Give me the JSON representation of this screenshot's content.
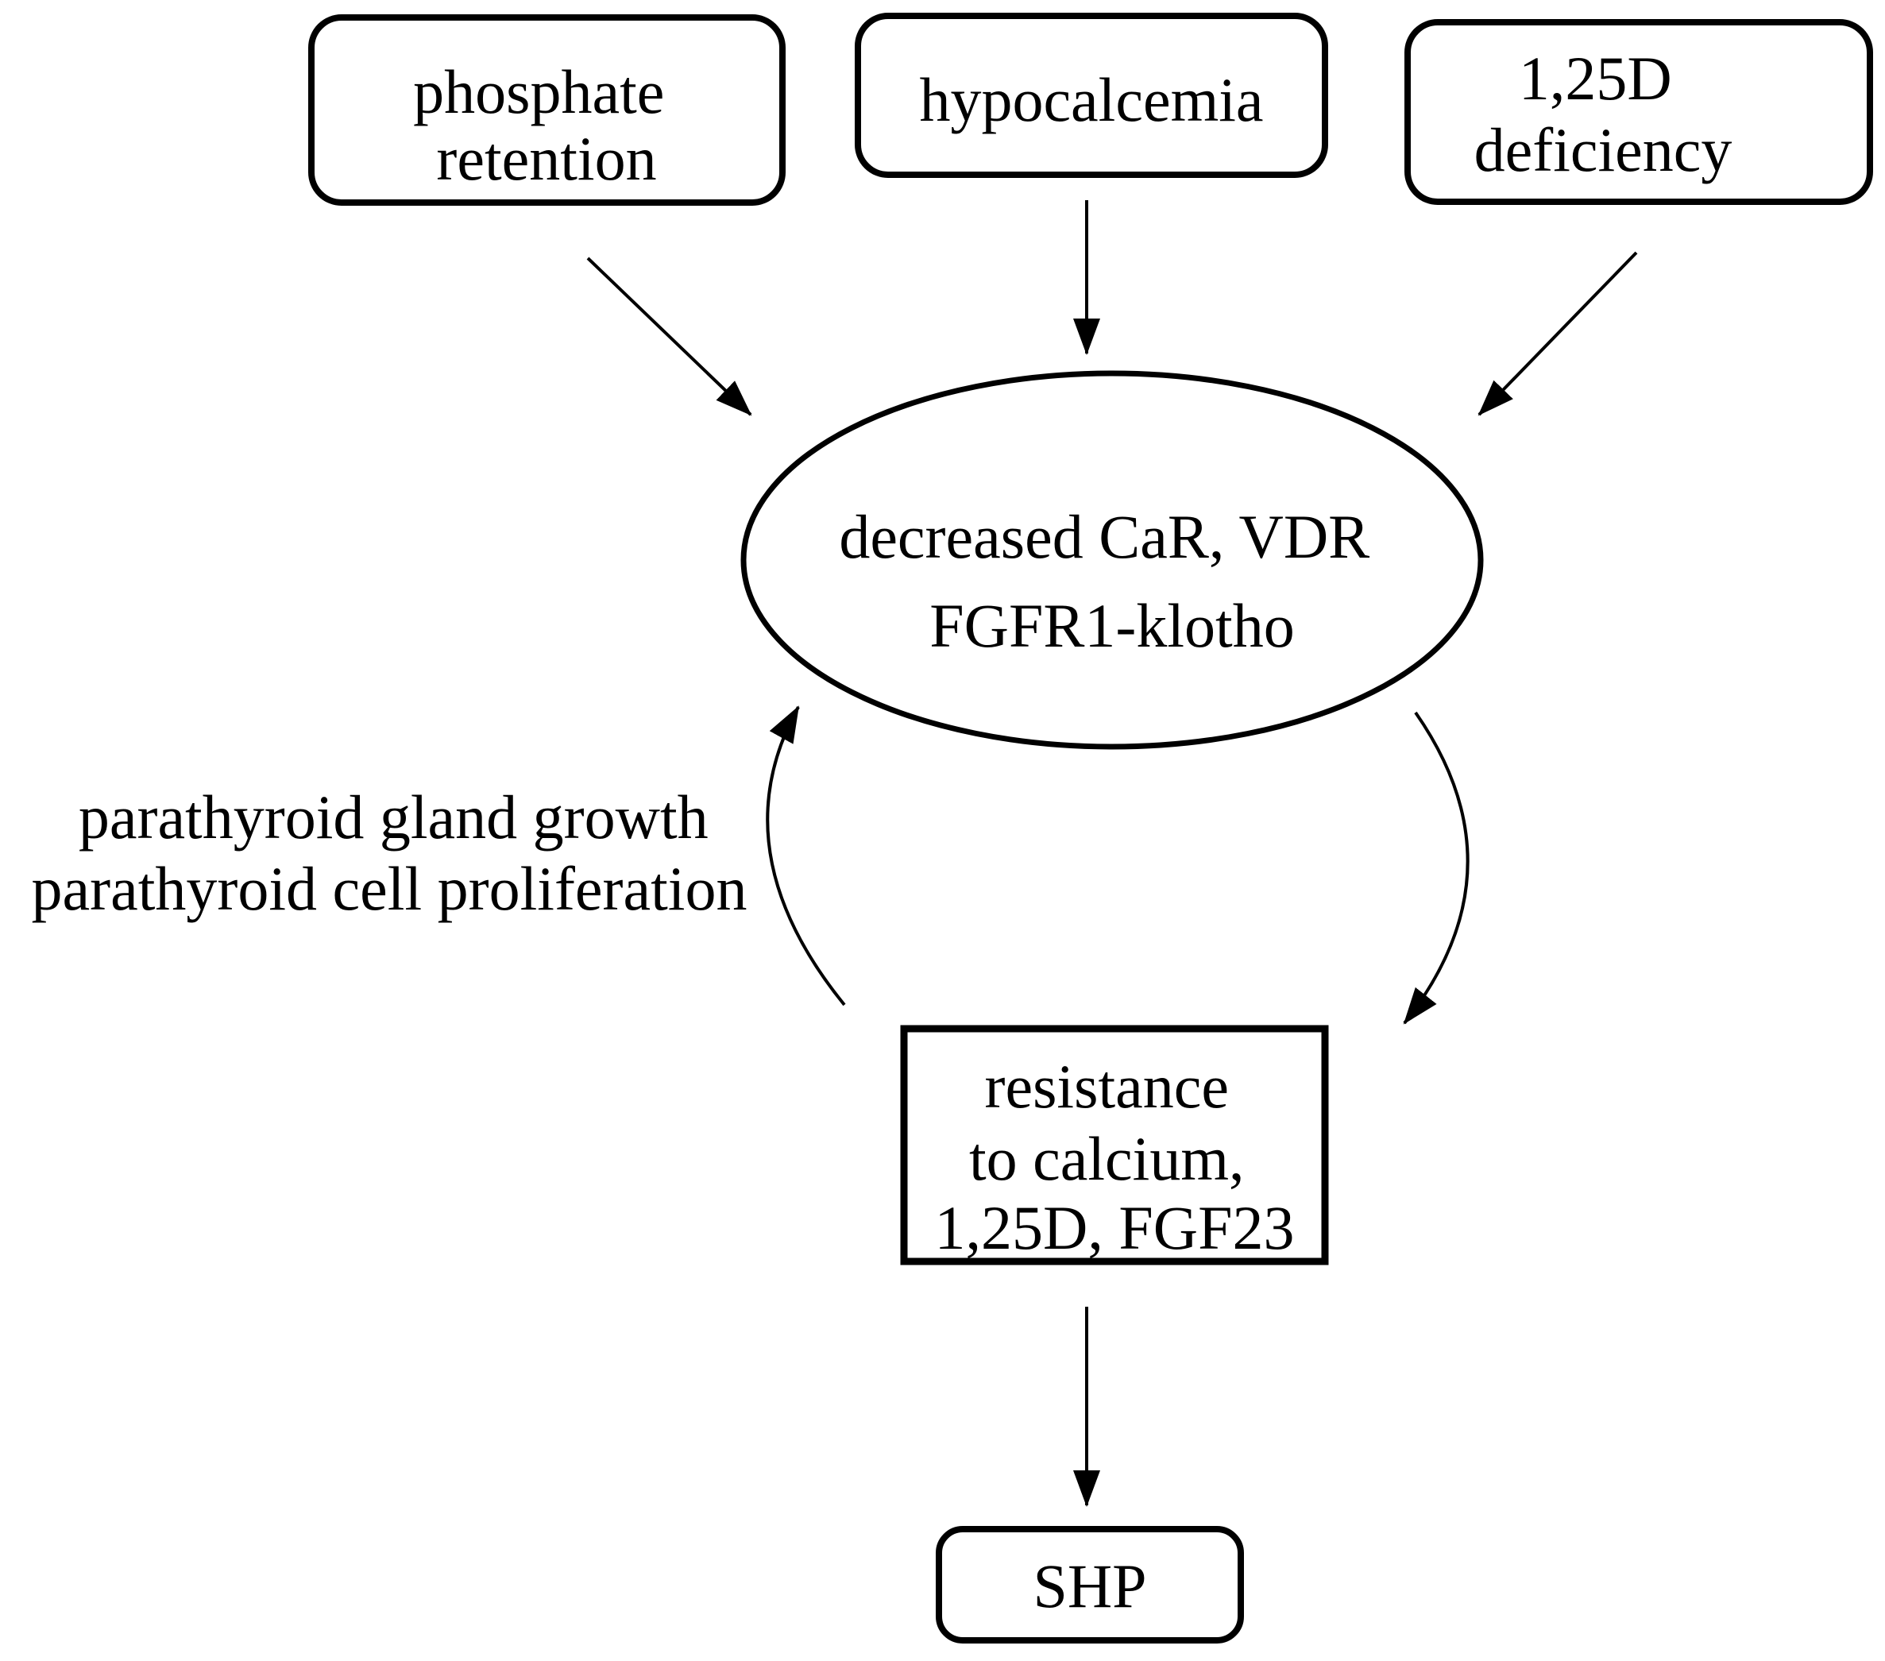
{
  "figure": {
    "type": "flow-diagram",
    "title_semantic": "pathogenesis flow diagram ending in SHP",
    "colors": {
      "background": "#ffffff",
      "line": "#000000",
      "text": "#000000"
    },
    "nodes": {
      "phosphate_retention": {
        "shape": "rounded-rect",
        "lines": [
          "phosphate",
          "retention"
        ]
      },
      "hypocalcemia": {
        "shape": "rounded-rect",
        "lines": [
          "hypocalcemia"
        ]
      },
      "d125_deficiency": {
        "shape": "rounded-rect",
        "lines": [
          "1,25D",
          "deficiency"
        ]
      },
      "decreased_receptors": {
        "shape": "ellipse",
        "lines": [
          "decreased CaR, VDR",
          "FGFR1-klotho"
        ]
      },
      "resistance": {
        "shape": "rect",
        "lines": [
          "resistance",
          "to calcium,",
          "1,25D, FGF23"
        ]
      },
      "shp": {
        "shape": "rounded-rect",
        "lines": [
          "SHP"
        ]
      }
    },
    "labels": {
      "feedback_loop": {
        "lines": [
          "parathyroid gland growth",
          "parathyroid cell proliferation"
        ]
      }
    },
    "edges": [
      {
        "from": "phosphate retention",
        "to": "decreased CaR, VDR FGFR1-klotho",
        "style": "straight-arrow"
      },
      {
        "from": "hypocalcemia",
        "to": "decreased CaR, VDR FGFR1-klotho",
        "style": "straight-arrow"
      },
      {
        "from": "1,25D deficiency",
        "to": "decreased CaR, VDR FGFR1-klotho",
        "style": "straight-arrow"
      },
      {
        "from": "decreased CaR, VDR FGFR1-klotho",
        "to": "resistance to calcium, 1,25D, FGF23",
        "style": "curved-arrow"
      },
      {
        "from": "resistance to calcium, 1,25D, FGF23",
        "to": "decreased CaR, VDR FGFR1-klotho",
        "style": "curved-arrow",
        "label": "parathyroid gland growth parathyroid cell proliferation"
      },
      {
        "from": "resistance to calcium, 1,25D, FGF23",
        "to": "SHP",
        "style": "straight-arrow"
      }
    ]
  }
}
